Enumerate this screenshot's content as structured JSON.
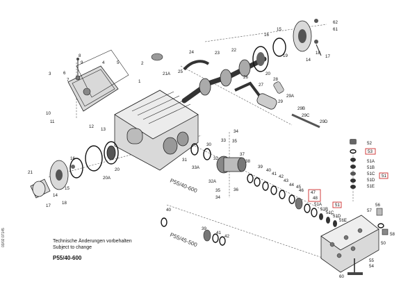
{
  "notes": {
    "line1": "Technische Änderungen vorbehalten",
    "line2": "Subject to change"
  },
  "model": "P55/40-600",
  "sub_assemblies": {
    "upper": "P55/40-600",
    "lower": "P55/45-500"
  },
  "doc_number": "03/02 07145",
  "highlight_color": "#cc2b2b",
  "labels": {
    "l1": "1",
    "l2": "2",
    "l3": "3",
    "l4": "4",
    "l5": "5",
    "l6": "6",
    "l7": "7",
    "l8": "8",
    "l9": "9",
    "l10": "10",
    "l11": "11",
    "l12": "12",
    "l13": "13",
    "l14": "14",
    "l15": "15",
    "l16": "16",
    "l17": "17",
    "l18": "18",
    "l19": "19",
    "l20": "20",
    "l20a": "20A",
    "l21": "21",
    "l21a": "21A",
    "l22": "22",
    "l23": "23",
    "l24": "24",
    "l25": "25",
    "l26": "26",
    "l27": "27",
    "l28": "28",
    "l29": "29",
    "l29a": "29A",
    "l29b": "29B",
    "l29c": "29C",
    "l29d": "29D",
    "l30": "30",
    "l31": "31",
    "l32": "32",
    "l32a": "32A",
    "l33": "33",
    "l33a": "33A",
    "l34": "34",
    "l35": "35",
    "l36": "36",
    "l37": "37",
    "l38": "38",
    "l39": "39",
    "l40": "40",
    "l41": "41",
    "l42": "42",
    "l43": "43",
    "l44": "44",
    "l45": "45",
    "l46": "46",
    "l47": "47",
    "l48": "48",
    "l50": "50",
    "l51": "51",
    "l51a": "51A",
    "l51b": "51B",
    "l51c": "51C",
    "l51d": "51D",
    "l51e": "51E",
    "l52": "52",
    "l53": "53",
    "l54": "54",
    "l55": "55",
    "l56": "56",
    "l57": "57",
    "l58": "58",
    "l60": "60",
    "l61": "61",
    "l62": "62"
  }
}
